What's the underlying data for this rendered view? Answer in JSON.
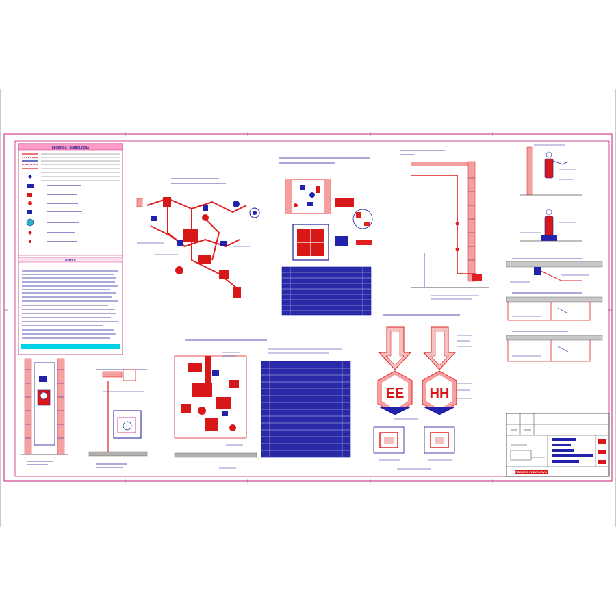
{
  "colors": {
    "border": "#c81e78",
    "line_red": "#e02020",
    "line_blue": "#1a1a9c",
    "highlight_cyan": "#00d2e6",
    "fill_red": "#d81818",
    "fill_blue": "#2222aa",
    "fill_gray": "#9a9a9a"
  },
  "legend": {
    "title": "LEGENDA / SIMBOLOGIA",
    "note_title": "NOTAS"
  },
  "tank_letters": {
    "left": "EE",
    "right": "HH"
  },
  "title_block": {
    "title": "PROJETO PREVENTIVO"
  }
}
